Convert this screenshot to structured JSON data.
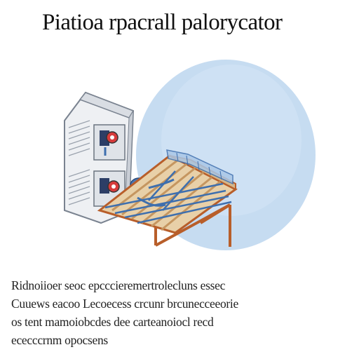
{
  "title": "Piatioa rpacrall palorycator",
  "caption": {
    "lines": [
      "Ridnoiioer seoc epcccieremertrolecluns essec",
      "Cuuews eacoo Lecoecess crcunr brcunecceeorie",
      "os tent mamoiobcdes dee carteanoiocl recd",
      "ececccrnm opocsens"
    ]
  },
  "colors": {
    "sky": "#c6dcf1",
    "frame": "#b85e2a",
    "slat": "#e8d0a8",
    "pipe": "#3e6fae",
    "cabinet": "#eef0f3"
  }
}
